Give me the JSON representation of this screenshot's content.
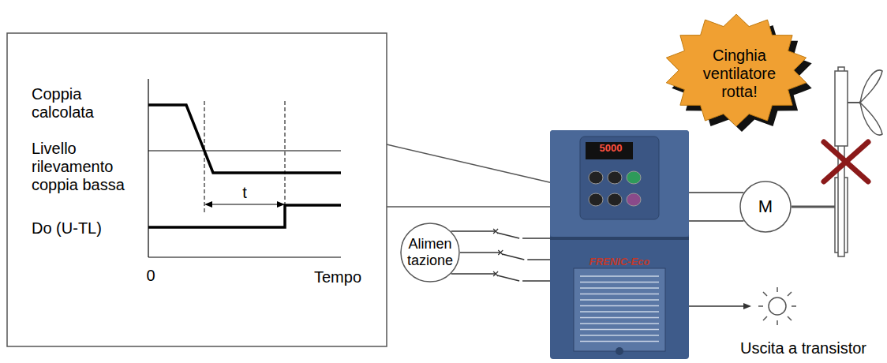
{
  "diagram": {
    "nodes": [
      {
        "text": [
          "Cinghia ventilatore rotta!"
        ]
      },
      {
        "text": [
          "Alimen tazione"
        ]
      },
      {
        "text": [
          "M"
        ]
      },
      {
        "text": [
          "FRENIC-Eco"
        ]
      }
    ],
    "edges": [
      {
        "from": 1,
        "to": 3,
        "arrow": "none"
      },
      {
        "from": 3,
        "to": 2,
        "arrow": "none"
      }
    ],
    "labels": [
      "Coppia calcolata",
      "Livello rilevamento coppia bassa",
      "Do (U-TL)",
      "0",
      "Tempo",
      "t",
      "5000",
      "Uscita a transistor"
    ]
  }
}
